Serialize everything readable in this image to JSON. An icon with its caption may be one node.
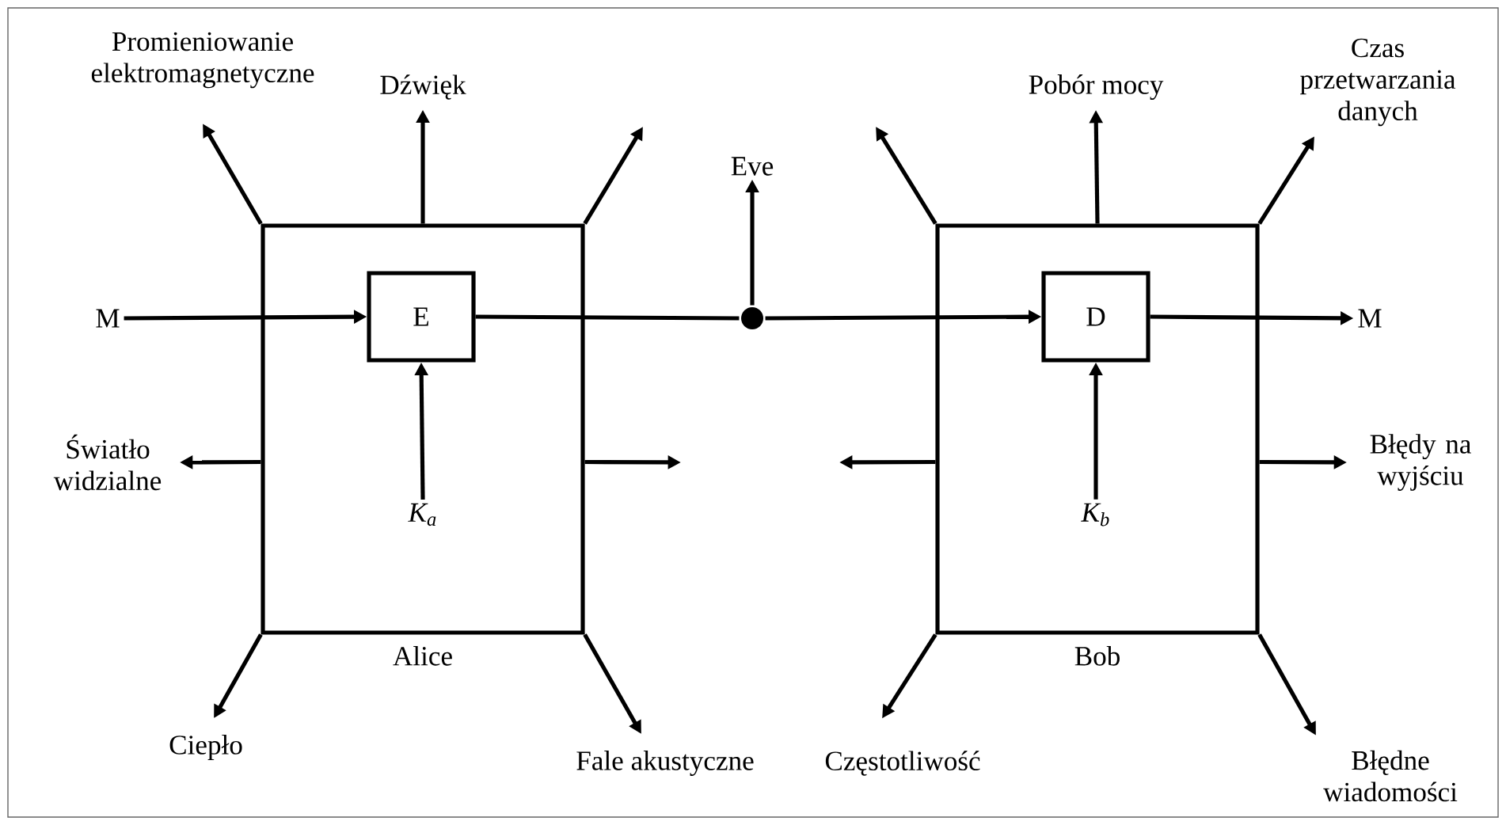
{
  "diagram": {
    "nodes": [
      {
        "text": [
          "Alice"
        ]
      },
      {
        "text": [
          "E"
        ],
        "in": 0
      },
      {
        "text": [
          "K$_{a}$"
        ],
        "in": 0
      },
      {
        "text": [
          "Bob"
        ]
      },
      {
        "text": [
          "D"
        ],
        "in": 3
      },
      {
        "text": [
          "K$_{b}$"
        ],
        "in": 3
      },
      {
        "text": [
          "M"
        ]
      },
      {
        "text": [],
        "shape": "circle"
      },
      {
        "text": [
          "Eve"
        ]
      },
      {
        "text": [
          "M"
        ]
      },
      {
        "text": [
          "Promieniowanie elektromagnetyczne"
        ]
      },
      {
        "text": [
          "Dźwięk"
        ]
      },
      {
        "text": [
          "Pobór mocy"
        ]
      },
      {
        "text": [
          "Czas przetwarzania danych"
        ]
      },
      {
        "text": [
          "Światło widzialne"
        ]
      },
      {
        "text": [
          "Błędy na wyjściu"
        ]
      },
      {
        "text": [
          "Ciepło"
        ]
      },
      {
        "text": [
          "Fale akustyczne"
        ]
      },
      {
        "text": [
          "Częstotliwość"
        ]
      },
      {
        "text": [
          "Błędne wiadomości"
        ]
      }
    ],
    "edges": [
      {
        "from": 6,
        "to": 1,
        "arrow": "to"
      },
      {
        "from": 2,
        "to": 1,
        "arrow": "to"
      },
      {
        "from": 1,
        "to": 7,
        "arrow": "none"
      },
      {
        "from": 7,
        "to": 4,
        "arrow": "to"
      },
      {
        "from": 7,
        "to": 8,
        "arrow": "to"
      },
      {
        "from": 5,
        "to": 4,
        "arrow": "to"
      },
      {
        "from": 4,
        "to": 9,
        "arrow": "to"
      },
      {
        "from": 0,
        "to": 10,
        "arrow": "to"
      },
      {
        "from": 0,
        "to": 11,
        "arrow": "to"
      },
      {
        "from": 0,
        "to": null,
        "arrow": "to"
      },
      {
        "from": 0,
        "to": 14,
        "arrow": "to"
      },
      {
        "from": 0,
        "to": null,
        "arrow": "to"
      },
      {
        "from": 0,
        "to": 16,
        "arrow": "to"
      },
      {
        "from": 0,
        "to": 17,
        "arrow": "to"
      },
      {
        "from": 3,
        "to": null,
        "arrow": "to"
      },
      {
        "from": 3,
        "to": 12,
        "arrow": "to"
      },
      {
        "from": 3,
        "to": 13,
        "arrow": "to"
      },
      {
        "from": 3,
        "to": null,
        "arrow": "to"
      },
      {
        "from": 3,
        "to": 15,
        "arrow": "to"
      },
      {
        "from": 3,
        "to": 18,
        "arrow": "to"
      },
      {
        "from": 3,
        "to": 19,
        "arrow": "to"
      }
    ]
  }
}
